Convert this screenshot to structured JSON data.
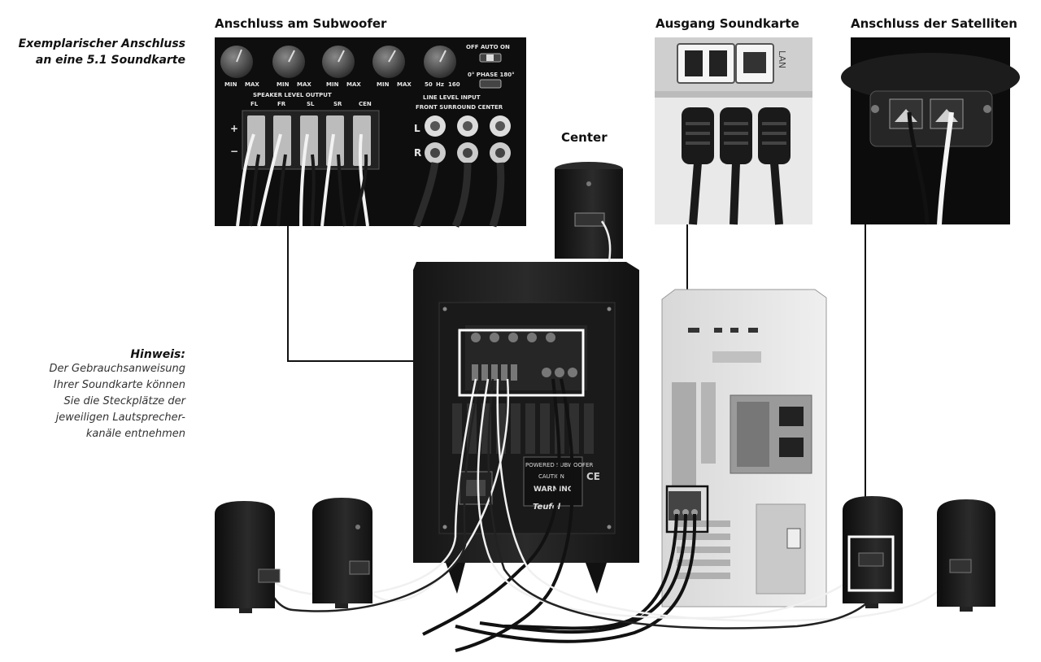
{
  "intro": {
    "line1": "Exemplarischer Anschluss",
    "line2": "an eine 5.1 Soundkarte"
  },
  "captions": {
    "subwoofer": "Anschluss am Subwoofer",
    "soundcard": "Ausgang Soundkarte",
    "satellites": "Anschluss der Satelliten",
    "center": "Center"
  },
  "note": {
    "title": "Hinweis:",
    "lines": [
      "Der Gebrauchsanweisung",
      "Ihrer Soundkarte können",
      "Sie die Steckplätze der",
      "jeweiligen Lautsprecher-",
      "kanäle entnehmen"
    ]
  },
  "subwoofer_panel": {
    "knob_min": "MIN",
    "knob_max": "MAX",
    "freq_left": "50",
    "freq_unit": "Hz",
    "freq_right": "160",
    "switch_labels": "OFF  AUTO  ON",
    "phase_label": "0°  PHASE  180°",
    "speaker_output": "SPEAKER LEVEL OUTPUT",
    "channels": [
      "FL",
      "FR",
      "SL",
      "SR",
      "CEN"
    ],
    "line_input": "LINE LEVEL INPUT",
    "line_input_sub": "FRONT  SURROUND  CENTER",
    "plus": "+",
    "minus": "−",
    "l": "L",
    "r": "R"
  },
  "soundcard_panel": {
    "lan": "LAN"
  },
  "sub_back": {
    "powered": "POWERED SUBWOOFER",
    "warning": "WARNING",
    "caution": "CAUTION",
    "ce": "CE",
    "brand": "Teufel"
  }
}
